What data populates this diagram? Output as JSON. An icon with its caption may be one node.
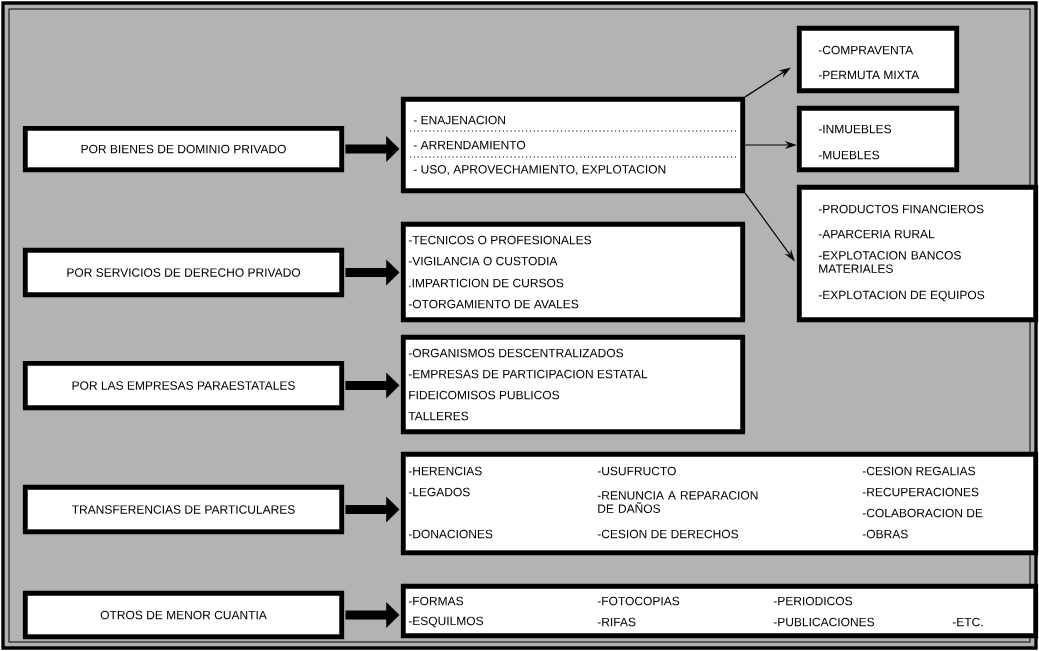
{
  "diagram": {
    "nodes": [
      {
        "text": [
          "POR BIENES DE DOMINIO PRIVADO"
        ]
      },
      {
        "text": [
          "- ENAJENACION",
          "- ARRENDAMIENTO",
          "- USO, APROVECHAMIENTO, EXPLOTACION"
        ]
      },
      {
        "text": [
          "-COMPRAVENTA",
          "-PERMUTA MIXTA"
        ]
      },
      {
        "text": [
          "-INMUEBLES",
          "-MUEBLES"
        ]
      },
      {
        "text": [
          "-PRODUCTOS FINANCIEROS",
          "-APARCERIA RURAL",
          "-EXPLOTACION BANCOS MATERIALES",
          "-EXPLOTACION DE EQUIPOS"
        ]
      },
      {
        "text": [
          "POR SERVICIOS DE DERECHO PRIVADO"
        ]
      },
      {
        "text": [
          "-TECNICOS O PROFESIONALES",
          "-VIGILANCIA O CUSTODIA",
          ".IMPARTICION DE CURSOS",
          "-OTORGAMIENTO DE AVALES"
        ]
      },
      {
        "text": [
          "POR LAS EMPRESAS PARAESTATALES"
        ]
      },
      {
        "text": [
          "-ORGANISMOS DESCENTRALIZADOS",
          "-EMPRESAS DE PARTICIPACION ESTATAL",
          "FIDEICOMISOS PUBLICOS",
          "TALLERES"
        ]
      },
      {
        "text": [
          "TRANSFERENCIAS DE PARTICULARES"
        ]
      },
      {
        "text": [
          "-HERENCIAS",
          "-LEGADOS",
          "-DONACIONES",
          "-USUFRUCTO",
          "-RENUNCIA A REPARACION DE DAÑOS",
          "-CESION DE DERECHOS",
          "-CESION REGALIAS",
          "-RECUPERACIONES",
          "-COLABORACION DE",
          "-OBRAS"
        ]
      },
      {
        "text": [
          "OTROS DE MENOR CUANTIA"
        ]
      },
      {
        "text": [
          "-FORMAS",
          "-ESQUILMOS",
          "-FOTOCOPIAS",
          "-RIFAS",
          "-PERIODICOS",
          "-PUBLICACIONES",
          "-ETC."
        ]
      }
    ],
    "edges": [
      {
        "from": 0,
        "to": 1,
        "arrow": "to"
      },
      {
        "from": 1,
        "to": 2,
        "arrow": "to"
      },
      {
        "from": 1,
        "to": 3,
        "arrow": "to"
      },
      {
        "from": 1,
        "to": 4,
        "arrow": "to"
      },
      {
        "from": 5,
        "to": 6,
        "arrow": "to"
      },
      {
        "from": 7,
        "to": 8,
        "arrow": "to"
      },
      {
        "from": 9,
        "to": 10,
        "arrow": "to"
      },
      {
        "from": 11,
        "to": 12,
        "arrow": "to"
      }
    ]
  }
}
